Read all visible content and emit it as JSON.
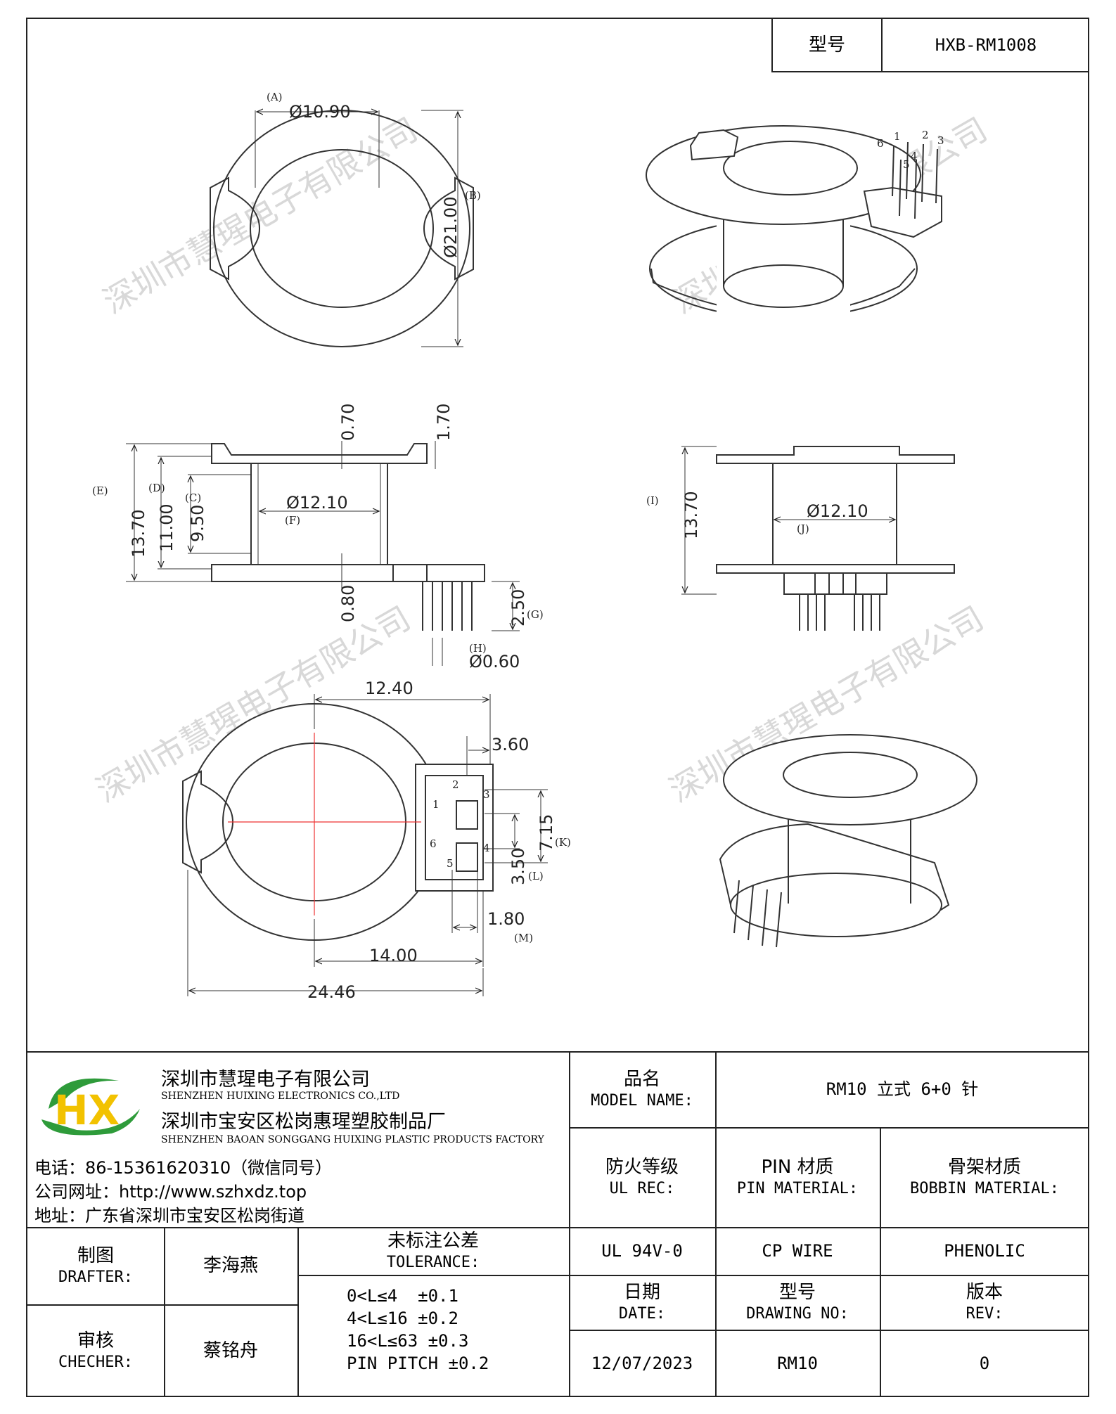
{
  "header": {
    "type_label": "型号",
    "type_value": "HXB-RM1008"
  },
  "watermark": "深圳市慧瑆电子有限公司",
  "drawing": {
    "top_view_dims": {
      "a_value": "Ø10.90",
      "a_tag": "(A)",
      "b_value": "Ø21.00",
      "b_tag": "(B)"
    },
    "side_view_dims": {
      "top_dim": "0.70",
      "top_dim2": "1.70",
      "e_value": "13.70",
      "e_tag": "(E)",
      "d_value": "11.00",
      "d_tag": "(D)",
      "c_value": "9.50",
      "c_tag": "(C)",
      "f_value": "Ø12.10",
      "f_tag": "(F)",
      "bottom_dim": "0.80",
      "g_value": "2.50",
      "g_tag": "(G)",
      "h_value": "Ø0.60",
      "h_tag": "(H)"
    },
    "front_view_dims": {
      "i_value": "13.70",
      "i_tag": "(I)",
      "j_value": "Ø12.10",
      "j_tag": "(J)"
    },
    "bottom_view_dims": {
      "w1": "12.40",
      "w2": "3.60",
      "k_value": "7.15",
      "k_tag": "(K)",
      "l_value": "3.50",
      "l_tag": "(L)",
      "m_value": "1.80",
      "m_tag": "(M)",
      "w3": "14.00",
      "w4": "24.46",
      "pins": [
        "1",
        "2",
        "3",
        "4",
        "5",
        "6"
      ]
    },
    "iso_pins": [
      "1",
      "2",
      "3",
      "4",
      "5",
      "6"
    ]
  },
  "company": {
    "logo_text": "HX",
    "name_cn": "深圳市慧瑆电子有限公司",
    "name_en": "SHENZHEN HUIXING ELECTRONICS CO.,LTD",
    "factory_cn": "深圳市宝安区松岗惠瑆塑胶制品厂",
    "factory_en": "SHENZHEN BAOAN SONGGANG HUIXING PLASTIC PRODUCTS FACTORY",
    "phone": "电话：86-15361620310（微信同号）",
    "website": "公司网址：http://www.szhxdz.top",
    "address": "地址：广东省深圳市宝安区松岗街道"
  },
  "title_block": {
    "model_name_cn": "品名",
    "model_name_en": "MODEL NAME:",
    "model_name_value": "RM10 立式 6+0 针",
    "ul_cn": "防火等级",
    "ul_en": "UL REC:",
    "ul_value": "UL 94V-0",
    "pin_mat_cn": "PIN 材质",
    "pin_mat_en": "PIN MATERIAL:",
    "pin_mat_value": "CP WIRE",
    "bobbin_cn": "骨架材质",
    "bobbin_en": "BOBBIN MATERIAL:",
    "bobbin_value": "PHENOLIC",
    "drafter_cn": "制图",
    "drafter_en": "DRAFTER:",
    "drafter_value": "李海燕",
    "checker_cn": "审核",
    "checker_en": "CHECHER:",
    "checker_value": "蔡铭舟",
    "tolerance_cn": "未标注公差",
    "tolerance_en": "TOLERANCE:",
    "tolerance_lines": [
      "0<L≤4  ±0.1",
      "4<L≤16 ±0.2",
      "16<L≤63 ±0.3",
      "PIN PITCH ±0.2"
    ],
    "date_cn": "日期",
    "date_en": "DATE:",
    "date_value": "12/07/2023",
    "drawing_no_cn": "型号",
    "drawing_no_en": "DRAWING NO:",
    "drawing_no_value": "RM10",
    "rev_cn": "版本",
    "rev_en": "REV:",
    "rev_value": "0"
  }
}
